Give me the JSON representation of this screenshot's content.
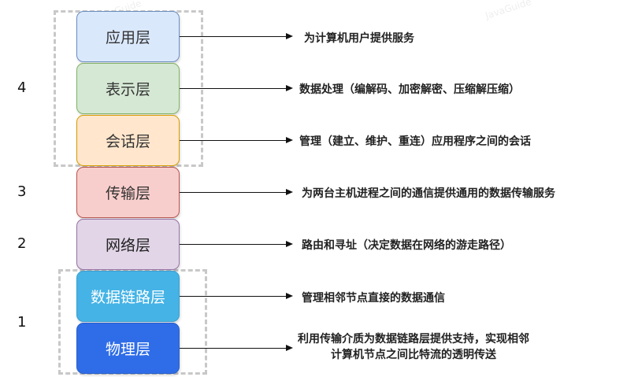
{
  "watermark": "JavaGuide",
  "groups": [
    "4",
    "3",
    "2",
    "1"
  ],
  "layers": [
    {
      "name": "应用层",
      "desc": "为计算机用户提供服务",
      "fill": "#dae8fc",
      "stroke": "#6c8ebf",
      "text": "#333333"
    },
    {
      "name": "表示层",
      "desc": "数据处理（编解码、加密解密、压缩解压缩）",
      "fill": "#d5e8d4",
      "stroke": "#82b366",
      "text": "#333333"
    },
    {
      "name": "会话层",
      "desc": "管理（建立、维护、重连）应用程序之间的会话",
      "fill": "#ffe6cc",
      "stroke": "#d79b00",
      "text": "#333333"
    },
    {
      "name": "传输层",
      "desc": "为两台主机进程之间的通信提供通用的数据传输服务",
      "fill": "#f8cecc",
      "stroke": "#b85450",
      "text": "#333333"
    },
    {
      "name": "网络层",
      "desc": "路由和寻址（决定数据在网络的游走路径）",
      "fill": "#e1d5e7",
      "stroke": "#9673a6",
      "text": "#222222"
    },
    {
      "name": "数据链路层",
      "desc": "管理相邻节点直接的数据通信",
      "fill": "#45b3e6",
      "stroke": "#3aa0d0",
      "text": "#ffffff"
    },
    {
      "name": "物理层",
      "desc_line1": "利用传输介质为数据链路层提供支持，实现相邻",
      "desc_line2": "计算机节点之间比特流的透明传送",
      "fill": "#2f6de8",
      "stroke": "#2a60cc",
      "text": "#ffffff"
    }
  ]
}
